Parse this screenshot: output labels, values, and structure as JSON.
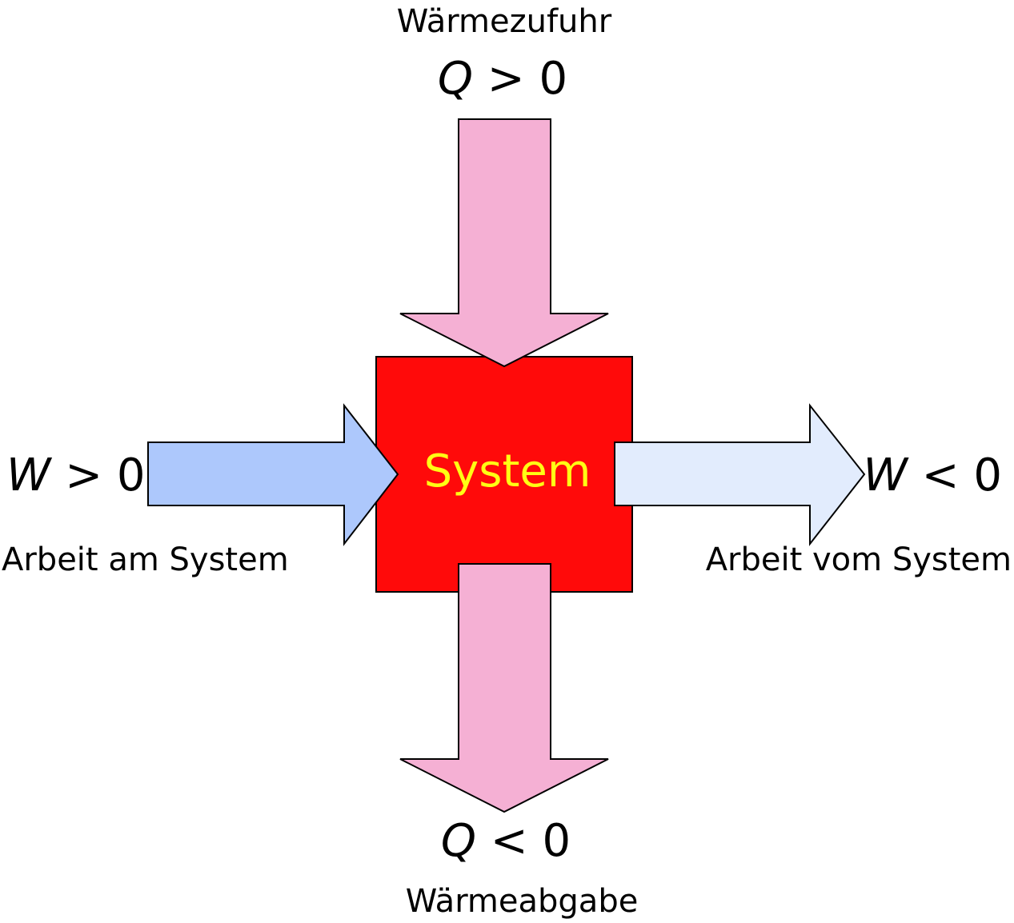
{
  "system": {
    "label": "System",
    "fill": "#ff0a0a",
    "text_color": "#ffff14"
  },
  "arrows": {
    "heat_in": {
      "fill": "#f5b0d4"
    },
    "heat_out": {
      "fill": "#f5b0d4"
    },
    "work_in": {
      "fill": "#adc8fc"
    },
    "work_out": {
      "fill": "#e2ecfd"
    }
  },
  "labels": {
    "heat_in": "Wärmezufuhr",
    "heat_out": "Wärmeabgabe",
    "work_in": "Arbeit am System",
    "work_out": "Arbeit vom System"
  },
  "symbols": {
    "heat_in": {
      "var": "Q",
      "op": ">",
      "val": "0"
    },
    "heat_out": {
      "var": "Q",
      "op": "<",
      "val": "0"
    },
    "work_in": {
      "var": "W",
      "op": ">",
      "val": "0"
    },
    "work_out": {
      "var": "W",
      "op": "<",
      "val": "0"
    }
  }
}
